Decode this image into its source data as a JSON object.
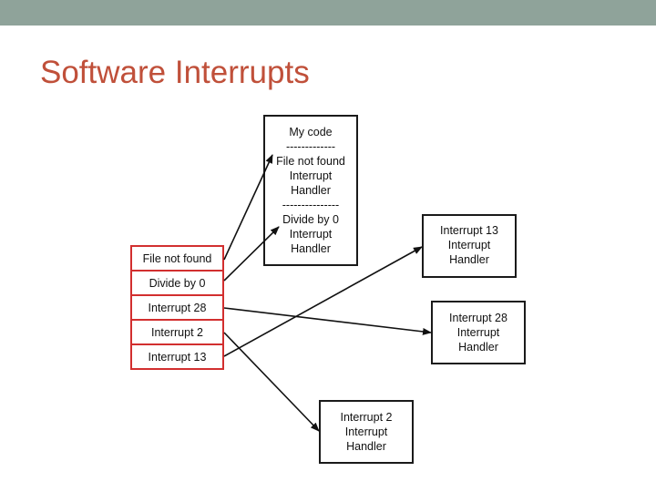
{
  "slide": {
    "title": "Software Interrupts"
  },
  "colors": {
    "header_bar": "#8fa39a",
    "title": "#c0503a",
    "vector_border": "#d22f2f",
    "box_border": "#1a1a1a"
  },
  "vector_table": [
    "File not found",
    "Divide by 0",
    "Interrupt 28",
    "Interrupt 2",
    "Interrupt 13"
  ],
  "my_code_box": {
    "lines": [
      "My code",
      "-------------",
      "File not found",
      "Interrupt",
      "Handler",
      "---------------",
      "Divide by 0",
      "Interrupt",
      "Handler"
    ]
  },
  "handler_13": {
    "lines": [
      "Interrupt 13",
      "Interrupt",
      "Handler"
    ]
  },
  "handler_28": {
    "lines": [
      "Interrupt 28",
      "Interrupt",
      "Handler"
    ]
  },
  "handler_2": {
    "lines": [
      "Interrupt 2",
      "Interrupt",
      "Handler"
    ]
  }
}
